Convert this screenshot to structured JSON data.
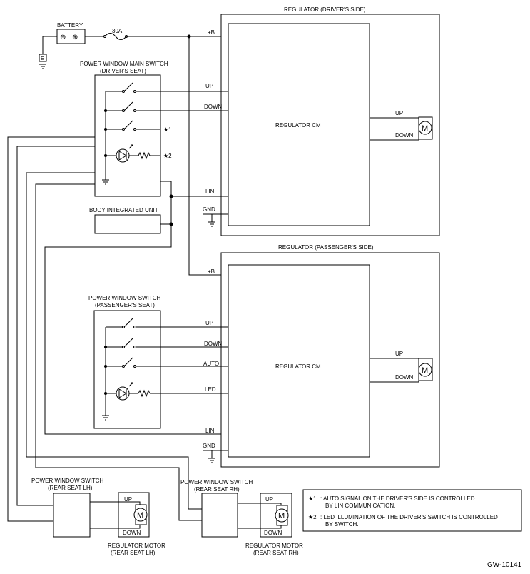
{
  "battery": {
    "label": "BATTERY",
    "minus": "⊖",
    "plus": "⊕"
  },
  "fuse": {
    "label": "30A"
  },
  "ground_e": {
    "label": "E"
  },
  "main_switch": {
    "title_line1": "POWER WINDOW MAIN SWITCH",
    "title_line2": "(DRIVER'S SEAT)",
    "note1": "★1",
    "note2": "★2"
  },
  "body_unit": {
    "label": "BODY INTEGRATED UNIT"
  },
  "regulator_driver": {
    "title": "REGULATOR (DRIVER'S SIDE)",
    "cm_label": "REGULATOR CM",
    "pins": {
      "plusB": "+B",
      "up": "UP",
      "down": "DOWN",
      "lin": "LIN",
      "gnd": "GND"
    },
    "motor_up": "UP",
    "motor_down": "DOWN",
    "motor_symbol": "M"
  },
  "regulator_passenger": {
    "title": "REGULATOR (PASSENGER'S SIDE)",
    "cm_label": "REGULATOR CM",
    "pins": {
      "plusB": "+B",
      "up": "UP",
      "down": "DOWN",
      "auto": "AUTO",
      "led": "LED",
      "lin": "LIN",
      "gnd": "GND"
    },
    "motor_up": "UP",
    "motor_down": "DOWN",
    "motor_symbol": "M"
  },
  "passenger_switch": {
    "title_line1": "POWER WINDOW SWITCH",
    "title_line2": "(PASSENGER'S SEAT)"
  },
  "rear_lh": {
    "switch_line1": "POWER WINDOW SWITCH",
    "switch_line2": "(REAR SEAT LH)",
    "motor_up": "UP",
    "motor_down": "DOWN",
    "motor_symbol": "M",
    "motor_line1": "REGULATOR MOTOR",
    "motor_line2": "(REAR SEAT LH)"
  },
  "rear_rh": {
    "switch_line1": "POWER WINDOW SWITCH",
    "switch_line2": "(REAR SEAT RH)",
    "motor_up": "UP",
    "motor_down": "DOWN",
    "motor_symbol": "M",
    "motor_line1": "REGULATOR MOTOR",
    "motor_line2": "(REAR SEAT RH)"
  },
  "notes": {
    "n1_mark": "★1",
    "n1_line1": ": AUTO SIGNAL ON THE DRIVER'S SIDE IS CONTROLLED",
    "n1_line2": "BY LIN COMMUNICATION.",
    "n2_mark": "★2",
    "n2_line1": ": LED ILLUMINATION OF THE DRIVER'S SWITCH IS CONTROLLED",
    "n2_line2": "BY SWITCH."
  },
  "figure_id": "GW-10141"
}
